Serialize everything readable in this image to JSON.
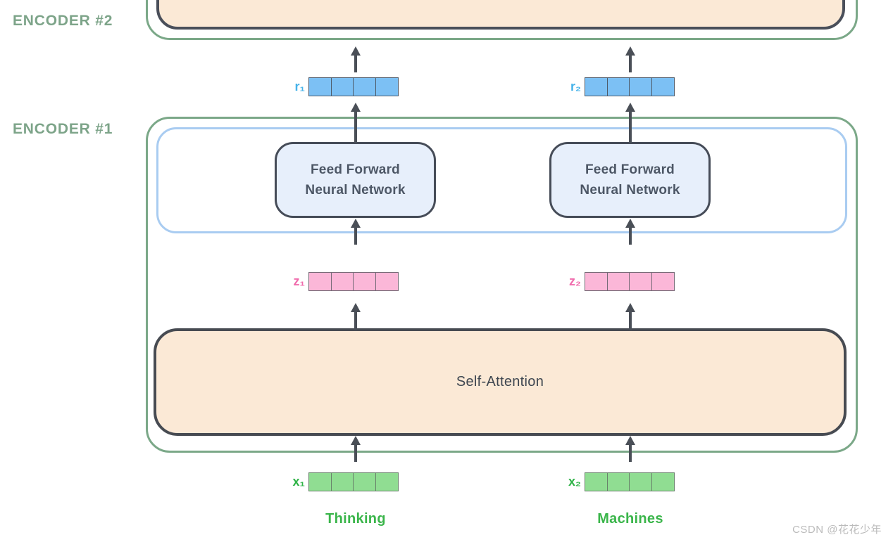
{
  "labels": {
    "encoder2": "ENCODER #2",
    "encoder1": "ENCODER #1"
  },
  "blocks": {
    "feed_forward_1": "Feed Forward\nNeural Network",
    "feed_forward_2": "Feed Forward\nNeural Network",
    "self_attention": "Self-Attention"
  },
  "vectors": {
    "r1": {
      "label": "r₁",
      "cell_count": 4,
      "fill": "#7cc0f4",
      "label_color": "#45b2e9"
    },
    "r2": {
      "label": "r₂",
      "cell_count": 4,
      "fill": "#7cc0f4",
      "label_color": "#45b2e9"
    },
    "z1": {
      "label": "z₁",
      "cell_count": 4,
      "fill": "#fbb7d8",
      "label_color": "#f06bac"
    },
    "z2": {
      "label": "z₂",
      "cell_count": 4,
      "fill": "#fbb7d8",
      "label_color": "#f06bac"
    },
    "x1": {
      "label": "x₁",
      "cell_count": 4,
      "fill": "#90dd92",
      "label_color": "#2fb347"
    },
    "x2": {
      "label": "x₂",
      "cell_count": 4,
      "fill": "#90dd92",
      "label_color": "#2fb347"
    }
  },
  "input_words": {
    "word1": "Thinking",
    "word2": "Machines"
  },
  "watermark": "CSDN @花花少年",
  "colors": {
    "encoder_border": "#7ba888",
    "inner_container_border": "#a9ccf1",
    "block_border": "#474b52",
    "attention_fill": "#fbe9d6",
    "ffnn_fill": "#e7effb",
    "vector_blue": "#7cc0f4",
    "vector_pink": "#fbb7d8",
    "vector_green": "#90dd92",
    "arrow": "#4a4f57",
    "encoder_label": "#7da489",
    "word_green": "#3ab54a"
  }
}
